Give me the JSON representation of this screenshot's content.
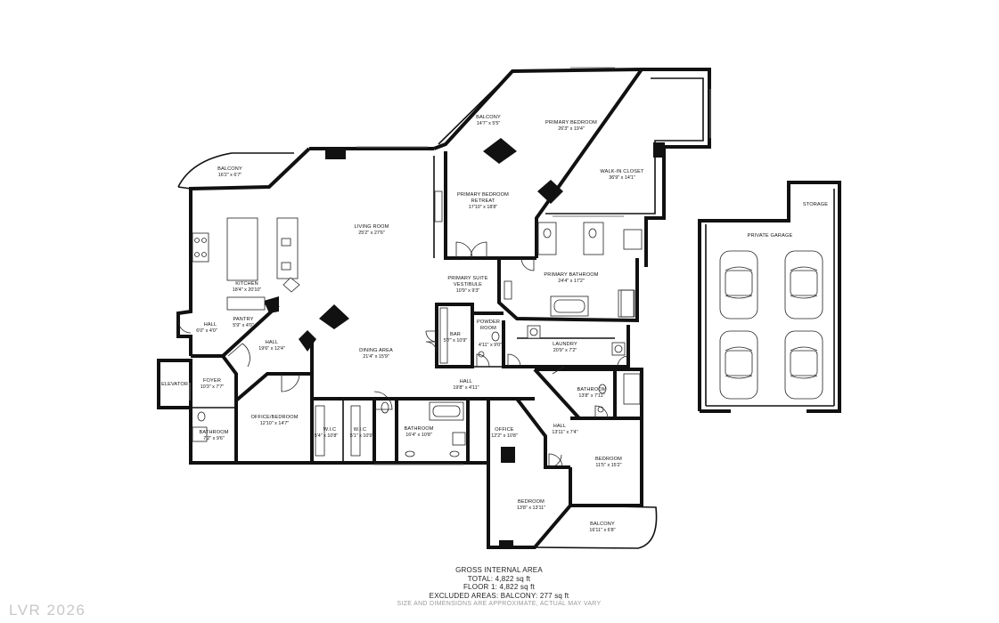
{
  "rooms": [
    {
      "id": "balcony_top",
      "name": "BALCONY",
      "dims": "14'7\" x 5'5\""
    },
    {
      "id": "primary_bedroom",
      "name": "PRIMARY BEDROOM",
      "dims": "26'3\" x 19'4\""
    },
    {
      "id": "balcony_left",
      "name": "BALCONY",
      "dims": "16'2\" x 6'7\""
    },
    {
      "id": "primary_retreat",
      "name": "PRIMARY BEDROOM",
      "name2": "RETREAT",
      "dims": "17'10\" x 18'8\""
    },
    {
      "id": "walkin_closet",
      "name": "WALK-IN CLOSET",
      "dims": "36'9\" x 14'1\""
    },
    {
      "id": "living_room",
      "name": "LIVING ROOM",
      "dims": "25'2\" x 27'6\""
    },
    {
      "id": "kitchen",
      "name": "KITCHEN",
      "dims": "18'4\" x 20'10\""
    },
    {
      "id": "primary_suite_vestibule",
      "name": "PRIMARY SUITE",
      "name2": "VESTIBULE",
      "dims": "10'9\" x 9'3\""
    },
    {
      "id": "primary_bathroom",
      "name": "PRIMARY BATHROOM",
      "dims": "24'4\" x 17'2\""
    },
    {
      "id": "hall_small",
      "name": "HALL",
      "dims": "6'0\" x 4'0\""
    },
    {
      "id": "pantry",
      "name": "PANTRY",
      "dims": "5'9\" x 4'0\""
    },
    {
      "id": "powder_room",
      "name": "POWDER",
      "name2": "ROOM",
      "dims": "4'11\" x 9'0\""
    },
    {
      "id": "bar",
      "name": "BAR",
      "dims": "5'7\" x 10'9\""
    },
    {
      "id": "laundry",
      "name": "LAUNDRY",
      "dims": "20'9\" x 7'2\""
    },
    {
      "id": "hall_entry",
      "name": "HALL",
      "dims": "19'6\" x 12'4\""
    },
    {
      "id": "dining_area",
      "name": "DINING AREA",
      "dims": "21'4\" x 15'9\""
    },
    {
      "id": "elevator",
      "name": "ELEVATOR",
      "dims": ""
    },
    {
      "id": "foyer",
      "name": "FOYER",
      "dims": "10'3\" x 7'7\""
    },
    {
      "id": "hall_mid",
      "name": "HALL",
      "dims": "19'8\" x 4'11\""
    },
    {
      "id": "bathroom_east",
      "name": "BATHROOM",
      "dims": "13'8\" x 7'11\""
    },
    {
      "id": "office_bedroom",
      "name": "OFFICE/BEDROOM",
      "dims": "12'10\" x 14'7\""
    },
    {
      "id": "wic_1",
      "name": "W.I.C",
      "dims": "5'4\" x 10'8\""
    },
    {
      "id": "wic_2",
      "name": "W.I.C",
      "dims": "5'1\" x 10'9\""
    },
    {
      "id": "bathroom_mid",
      "name": "BATHROOM",
      "dims": "16'4\" x 10'8\""
    },
    {
      "id": "office",
      "name": "OFFICE",
      "dims": "12'2\" x 10'8\""
    },
    {
      "id": "hall_east",
      "name": "HALL",
      "dims": "13'11\" x 7'4\""
    },
    {
      "id": "bathroom_west",
      "name": "BATHROOM",
      "dims": "7'2\" x 9'6\""
    },
    {
      "id": "bedroom_east",
      "name": "BEDROOM",
      "dims": "11'5\" x 15'2\""
    },
    {
      "id": "bedroom_south",
      "name": "BEDROOM",
      "dims": "13'8\" x 13'11\""
    },
    {
      "id": "balcony_bottom",
      "name": "BALCONY",
      "dims": "16'11\" x 6'8\""
    },
    {
      "id": "storage",
      "name": "STORAGE",
      "dims": ""
    },
    {
      "id": "private_garage",
      "name": "PRIVATE GARAGE",
      "dims": ""
    }
  ],
  "summary": {
    "title": "GROSS INTERNAL AREA",
    "total": "TOTAL: 4,822 sq ft",
    "floor": "FLOOR 1: 4,822 sq ft",
    "excluded": "EXCLUDED AREAS: BALCONY: 277 sq ft",
    "disclaimer": "SIZE AND DIMENSIONS ARE APPROXIMATE, ACTUAL MAY VARY"
  },
  "watermark": "LVR 2026",
  "colors": {
    "walls": "#111111",
    "background": "#ffffff",
    "watermark": "#c8c8c8"
  }
}
